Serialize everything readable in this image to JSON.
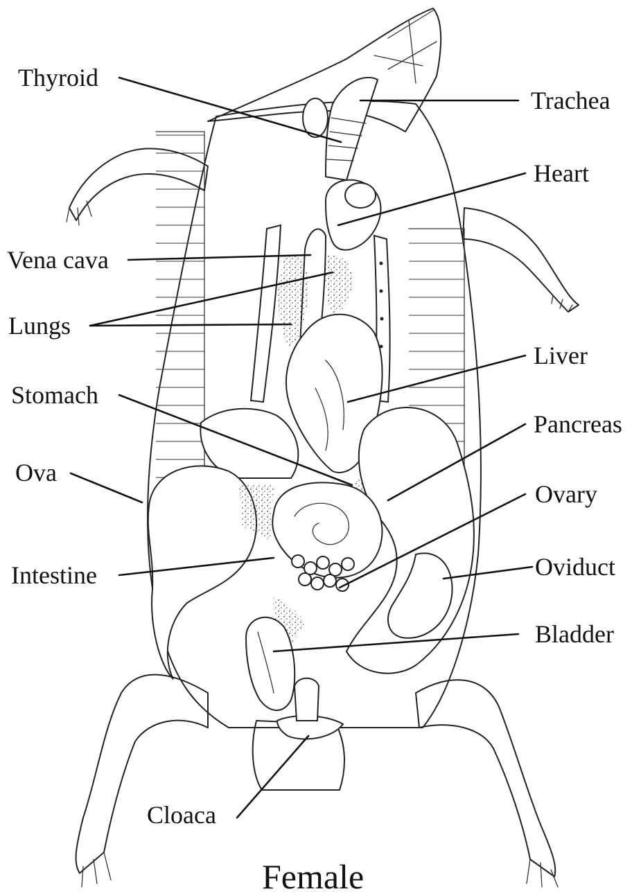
{
  "labels": {
    "thyroid": "Thyroid",
    "trachea": "Trachea",
    "heart": "Heart",
    "vena_cava": "Vena cava",
    "lungs": "Lungs",
    "liver": "Liver",
    "stomach": "Stomach",
    "pancreas": "Pancreas",
    "ova": "Ova",
    "ovary": "Ovary",
    "intestine": "Intestine",
    "oviduct": "Oviduct",
    "bladder": "Bladder",
    "cloaca": "Cloaca"
  },
  "caption": "Female",
  "colors": {
    "line": "#111111",
    "background": "#ffffff"
  }
}
